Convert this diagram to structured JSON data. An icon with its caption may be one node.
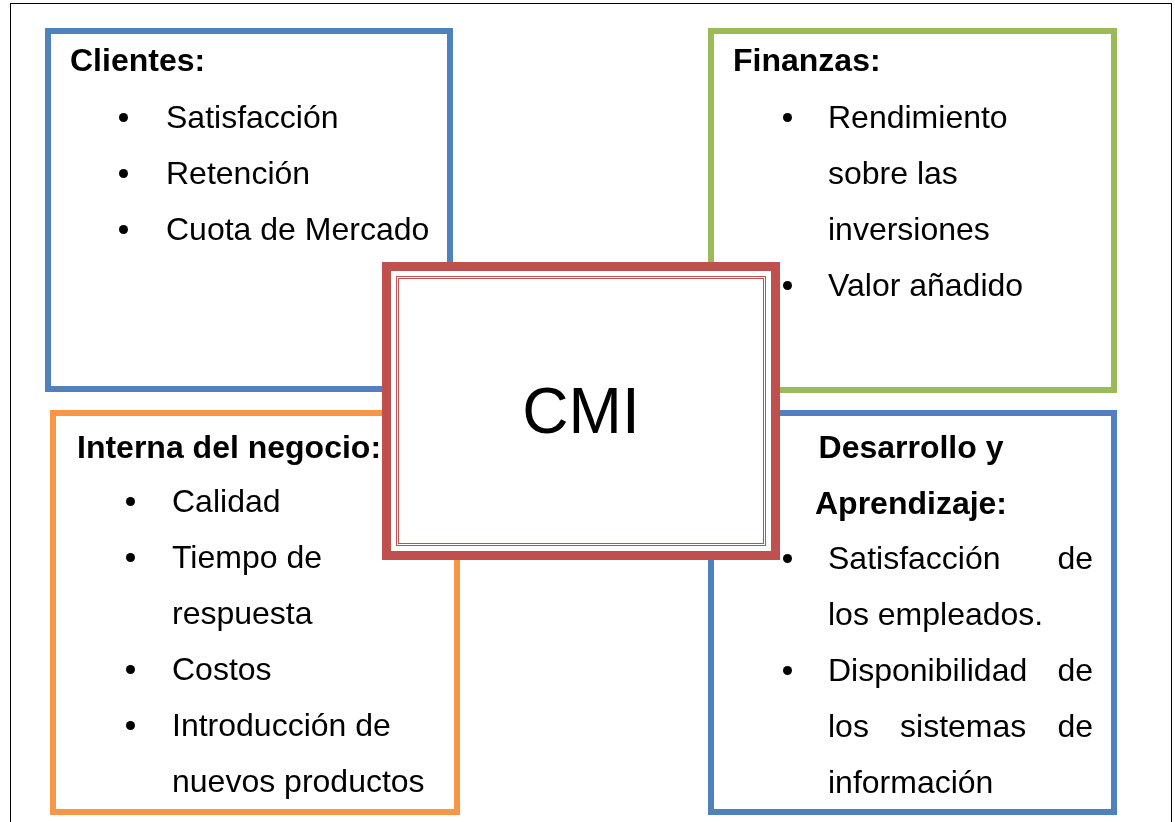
{
  "diagram": {
    "nodes": [
      {
        "text": [
          "Clientes:",
          "Satisfacción",
          "Retención",
          "Cuota de Mercado"
        ]
      },
      {
        "text": [
          "Finanzas:",
          "Rendimiento sobre las inversiones",
          "Valor añadido"
        ]
      },
      {
        "text": [
          "CMI"
        ]
      },
      {
        "text": [
          "Interna del negocio:",
          "Calidad",
          "Tiempo de respuesta",
          "Costos",
          "Introducción de nuevos productos"
        ]
      },
      {
        "text": [
          "Desarrollo y Aprendizaje:",
          "Satisfacción de los empleados.",
          "Disponibilidad de los sistemas de información"
        ]
      }
    ],
    "edges": []
  }
}
